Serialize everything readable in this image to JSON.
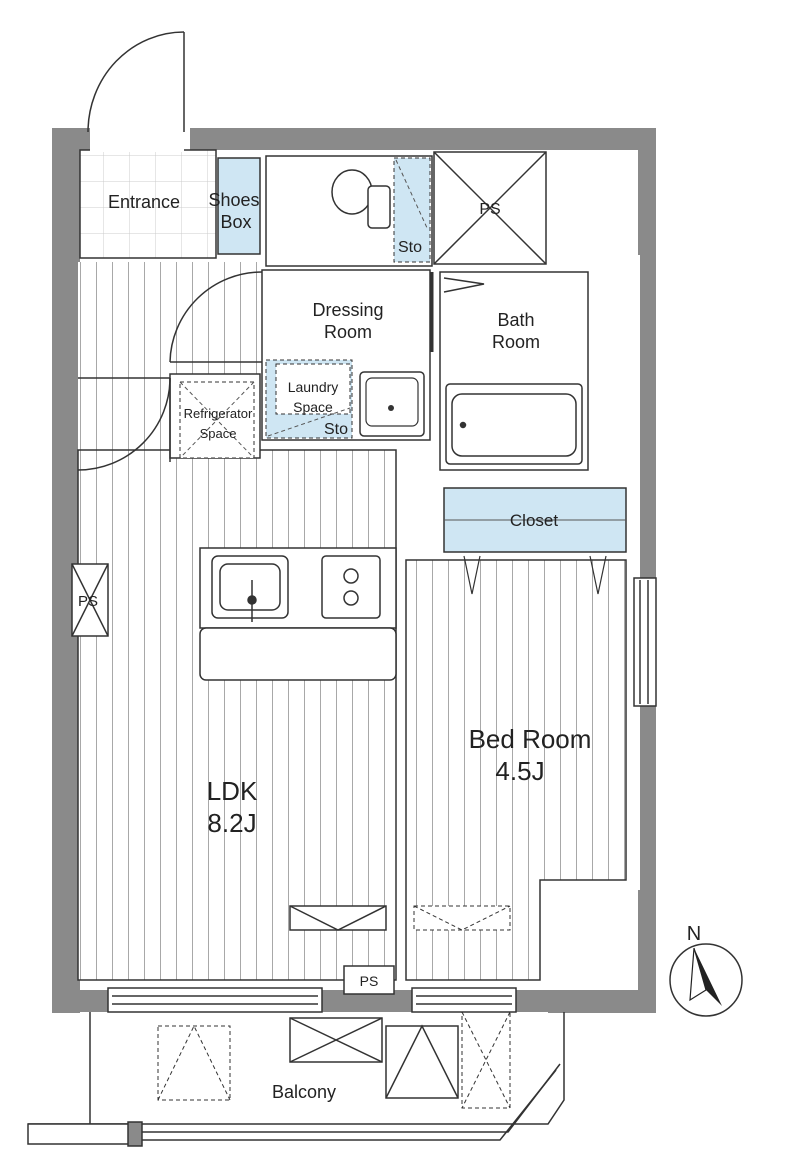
{
  "rooms": {
    "entrance": "Entrance",
    "shoes_box_line1": "Shoes",
    "shoes_box_line2": "Box",
    "storage_top": "Sto",
    "ps_top": "PS",
    "dressing_line1": "Dressing",
    "dressing_line2": "Room",
    "bath_line1": "Bath",
    "bath_line2": "Room",
    "laundry_line1": "Laundry",
    "laundry_line2": "Space",
    "storage_laundry": "Sto",
    "refrigerator_line1": "Refrigerator",
    "refrigerator_line2": "Space",
    "closet": "Closet",
    "ps_left": "PS",
    "bedroom_name": "Bed Room",
    "bedroom_size": "4.5J",
    "ldk_name": "LDK",
    "ldk_size": "8.2J",
    "ps_bottom": "PS",
    "balcony": "Balcony"
  },
  "compass": {
    "label": "N"
  },
  "colors": {
    "wall": "#8a8a8a",
    "storage_fill": "#cfe6f3",
    "line": "#333333",
    "floor_stripe": "#9a9a9a"
  }
}
